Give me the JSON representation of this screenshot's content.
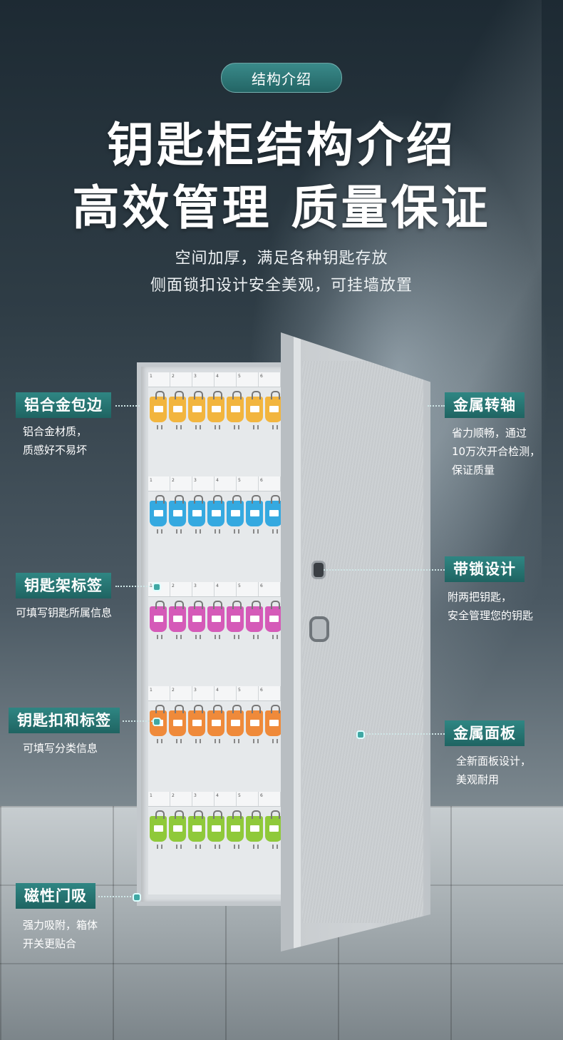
{
  "header": {
    "pill": "结构介绍",
    "title_line1": "钥匙柜结构介绍",
    "title_line2": "高效管理 质量保证",
    "sub_line1": "空间加厚，满足各种钥匙存放",
    "sub_line2": "侧面锁扣设计安全美观，可挂墙放置"
  },
  "callouts": {
    "aluminum": {
      "label": "铝合金包边",
      "desc1": "铝合金材质，",
      "desc2": "质感好不易坏"
    },
    "label_rack": {
      "label": "钥匙架标签",
      "desc1": "可填写钥匙所属信息"
    },
    "key_tag": {
      "label": "钥匙扣和标签",
      "desc1": "可填写分类信息"
    },
    "magnetic": {
      "label": "磁性门吸",
      "desc1": "强力吸附，箱体",
      "desc2": "开关更贴合"
    },
    "hinge": {
      "label": "金属转轴",
      "desc1": "省力顺畅，通过",
      "desc2": "10万次开合检测，",
      "desc3": "保证质量"
    },
    "lock": {
      "label": "带锁设计",
      "desc1": "附两把钥匙，",
      "desc2": "安全管理您的钥匙"
    },
    "panel": {
      "label": "金属面板",
      "desc1": "全新面板设计，",
      "desc2": "美观耐用"
    }
  },
  "rack": {
    "slot_numbers": [
      "1",
      "2",
      "3",
      "4",
      "5",
      "6"
    ],
    "rows": [
      {
        "color": "#f2b53e"
      },
      {
        "color": "#35a9e0"
      },
      {
        "color": "#d55ab8"
      },
      {
        "color": "#ef8a3a"
      },
      {
        "color": "#8fc93a"
      }
    ]
  }
}
